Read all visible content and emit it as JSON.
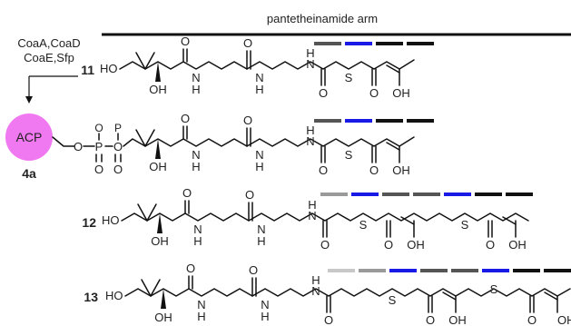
{
  "header": {
    "label": "pantetheinamide arm"
  },
  "enzymes": {
    "line1": "CoaA,CoaD",
    "line2": "CoaE,Sfp"
  },
  "carrier": {
    "label": "ACP",
    "compound_id": "4a",
    "color": "#f078f0"
  },
  "atoms": {
    "HO": "HO",
    "OH": "OH",
    "O": "O",
    "N": "N",
    "H": "H",
    "S": "S",
    "P": "P"
  },
  "compounds": [
    {
      "id": "11"
    },
    {
      "id": "12"
    },
    {
      "id": "13"
    }
  ],
  "segment_colors": {
    "dark_gray": "#555555",
    "blue": "#1a1ae6",
    "black": "#111111",
    "light_gray": "#9a9a9a",
    "pale_gray": "#c8c8c8"
  },
  "segment_rows": [
    [
      "dark_gray",
      "blue",
      "black",
      "black"
    ],
    [
      "dark_gray",
      "blue",
      "black",
      "black"
    ],
    [
      "light_gray",
      "blue",
      "dark_gray",
      "dark_gray",
      "blue",
      "black",
      "black"
    ],
    [
      "pale_gray",
      "light_gray",
      "blue",
      "dark_gray",
      "dark_gray",
      "blue",
      "black",
      "black"
    ]
  ]
}
